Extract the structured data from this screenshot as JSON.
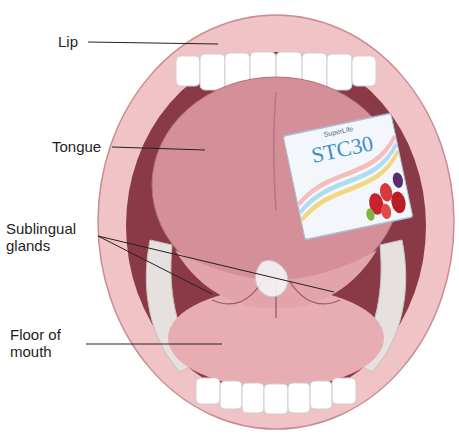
{
  "diagram": {
    "nodes": [
      {
        "text": [
          "SuperLife",
          "STC30"
        ]
      }
    ],
    "labels": [
      "Lip",
      "Tongue",
      "Sublingual glands",
      "Floor of mouth"
    ]
  }
}
